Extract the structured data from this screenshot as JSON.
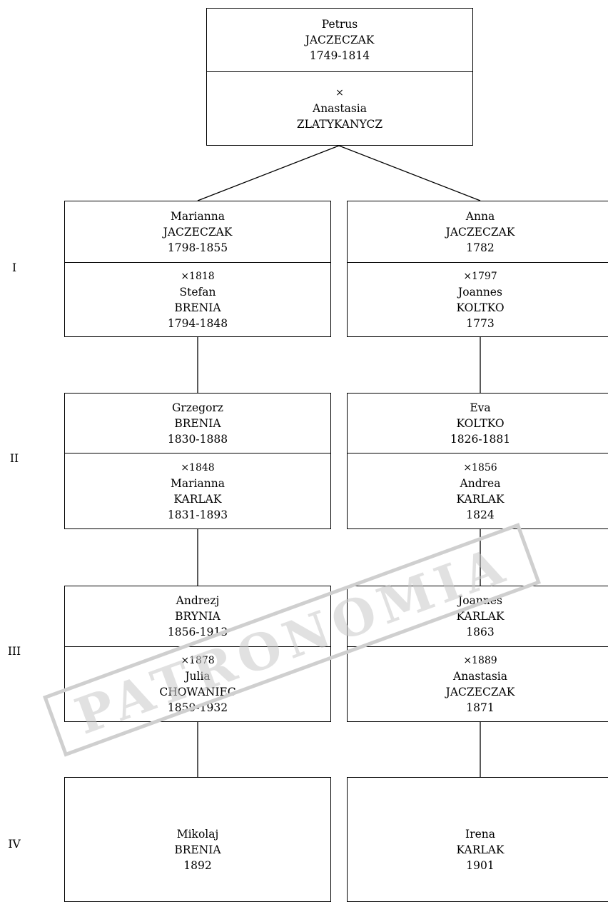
{
  "root": {
    "person": {
      "given": "Petrus",
      "surname": "JACZECZAK",
      "dates": "1749-1814"
    },
    "marriage": {
      "mark": "×",
      "spouse_given": "Anastasia",
      "spouse_surname": "ZLATYKANYCZ"
    }
  },
  "generation_labels": [
    "I",
    "II",
    "III",
    "IV"
  ],
  "branches": {
    "left": [
      {
        "person": {
          "given": "Marianna",
          "surname": "JACZECZAK",
          "dates": "1798-1855"
        },
        "marriage": {
          "mark": "×1818",
          "spouse_given": "Stefan",
          "spouse_surname": "BRENIA",
          "spouse_dates": "1794-1848"
        }
      },
      {
        "person": {
          "given": "Grzegorz",
          "surname": "BRENIA",
          "dates": "1830-1888"
        },
        "marriage": {
          "mark": "×1848",
          "spouse_given": "Marianna",
          "spouse_surname": "KARLAK",
          "spouse_dates": "1831-1893"
        }
      },
      {
        "person": {
          "given": "Andrezj",
          "surname": "BRYNIA",
          "dates": "1856-1913"
        },
        "marriage": {
          "mark": "×1878",
          "spouse_given": "Julia",
          "spouse_surname": "CHOWANIEC",
          "spouse_dates": "1859-1932"
        }
      },
      {
        "person": {
          "given": "Mikolaj",
          "surname": "BRENIA",
          "dates": "1892"
        }
      }
    ],
    "right": [
      {
        "person": {
          "given": "Anna",
          "surname": "JACZECZAK",
          "dates": "1782"
        },
        "marriage": {
          "mark": "×1797",
          "spouse_given": "Joannes",
          "spouse_surname": "KOLTKO",
          "spouse_dates": "1773"
        }
      },
      {
        "person": {
          "given": "Eva",
          "surname": "KOLTKO",
          "dates": "1826-1881"
        },
        "marriage": {
          "mark": "×1856",
          "spouse_given": "Andrea",
          "spouse_surname": "KARLAK",
          "spouse_dates": "1824"
        }
      },
      {
        "person": {
          "given": "Joannes",
          "surname": "KARLAK",
          "dates": "1863"
        },
        "marriage": {
          "mark": "×1889",
          "spouse_given": "Anastasia",
          "spouse_surname": "JACZECZAK",
          "spouse_dates": "1871"
        }
      },
      {
        "person": {
          "given": "Irena",
          "surname": "KARLAK",
          "dates": "1901"
        }
      }
    ]
  },
  "watermark": "PATRONOMIA"
}
